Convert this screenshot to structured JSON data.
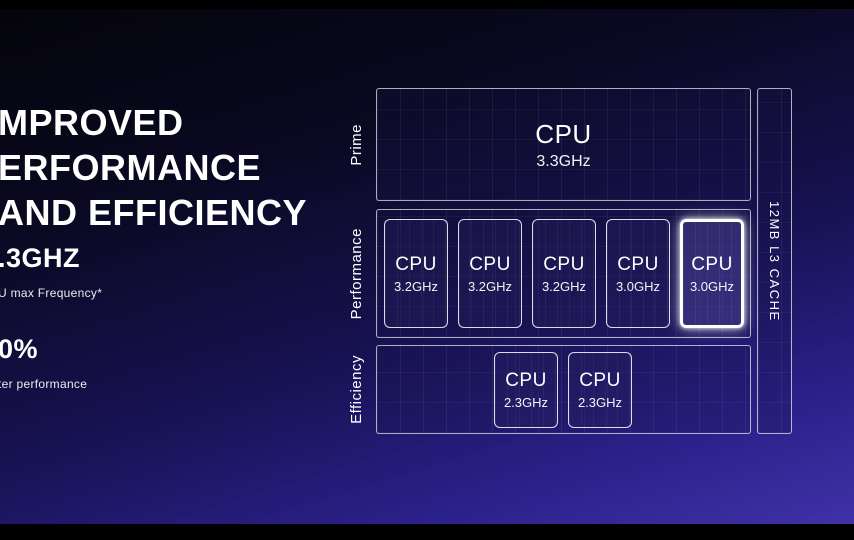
{
  "slide": {
    "title_lines": [
      "MPROVED",
      "ERFORMANCE",
      "AND EFFICIENCY"
    ],
    "stats": [
      {
        "value": ".3GHZ",
        "caption": "U max Frequency*"
      },
      {
        "value": "0%",
        "caption": "ter performance"
      }
    ]
  },
  "diagram": {
    "cache_label": "12MB L3 CACHE",
    "rows": [
      {
        "label": "Prime",
        "cores": [
          {
            "name": "CPU",
            "freq": "3.3GHz"
          }
        ]
      },
      {
        "label": "Performance",
        "cores": [
          {
            "name": "CPU",
            "freq": "3.2GHz"
          },
          {
            "name": "CPU",
            "freq": "3.2GHz"
          },
          {
            "name": "CPU",
            "freq": "3.2GHz"
          },
          {
            "name": "CPU",
            "freq": "3.0GHz"
          },
          {
            "name": "CPU",
            "freq": "3.0GHz"
          }
        ]
      },
      {
        "label": "Efficiency",
        "cores": [
          {
            "name": "CPU",
            "freq": "2.3GHz"
          },
          {
            "name": "CPU",
            "freq": "2.3GHz"
          }
        ]
      }
    ]
  }
}
